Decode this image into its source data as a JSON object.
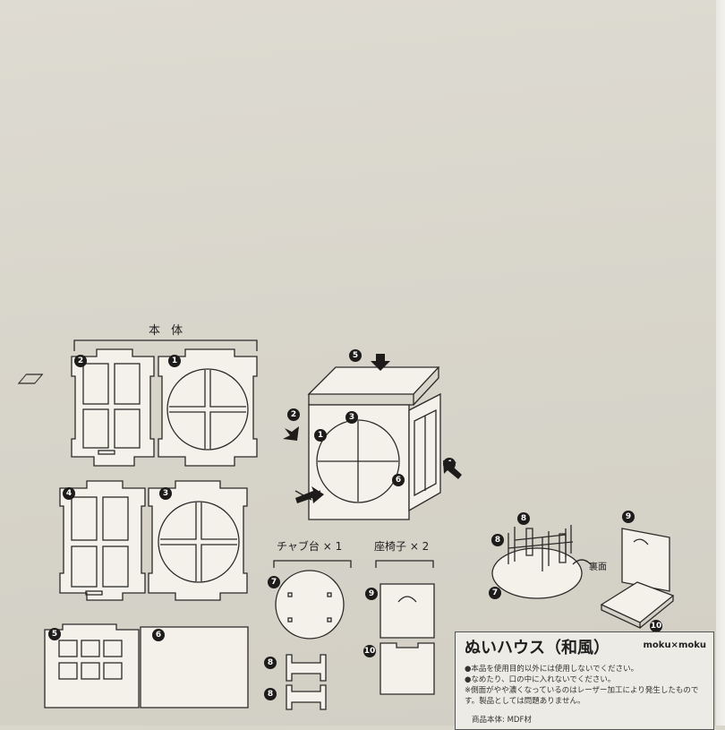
{
  "sections": {
    "main_body": "本 体",
    "table": "チャブ台 × 1",
    "chairs": "座椅子 × 2"
  },
  "labels": {
    "back_side": "裏面"
  },
  "part_numbers": [
    "1",
    "2",
    "3",
    "4",
    "5",
    "6",
    "7",
    "8",
    "9",
    "10"
  ],
  "product": {
    "title": "ぬいハウス（和風）",
    "brand": "moku×moku",
    "notes": [
      "●本品を使用目的以外には使用しないでください。",
      "●なめたり、口の中に入れないでください。",
      "※側面がやや濃くなっているのはレーザー加工により発生したもので",
      "す。製品としては問題ありません。"
    ],
    "material": "商品本体: MDF材"
  },
  "colors": {
    "paper": "#d9d6cc",
    "ink": "#2b2a28"
  }
}
